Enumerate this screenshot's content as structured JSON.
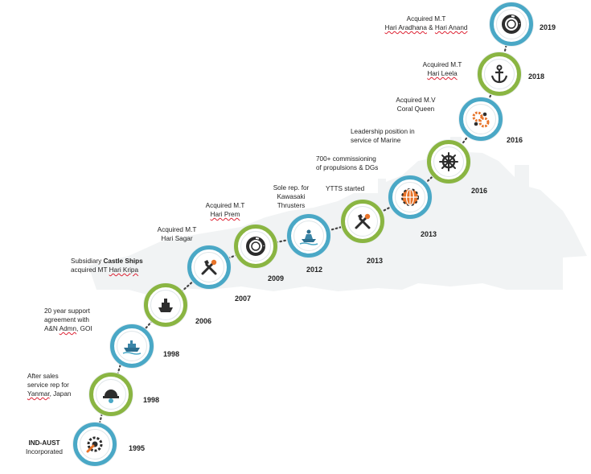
{
  "colors": {
    "blue": "#4aa8c6",
    "green": "#8ab542",
    "dots": "#444444",
    "icon_dark": "#2d2d2d",
    "icon_orange": "#e8742a"
  },
  "milestones": [
    {
      "year": "1995",
      "icon": "gear-wrench-icon",
      "ring": "blue",
      "line1": "IND-AUST",
      "line2": "Incorporated"
    },
    {
      "year": "1998",
      "icon": "hard-hat-gear-icon",
      "ring": "green",
      "line1": "After sales",
      "line2": "service rep for",
      "line3a": "Yanmar",
      "line3b": ", Japan"
    },
    {
      "year": "1998",
      "icon": "vessel-icon",
      "ring": "blue",
      "line1": "20 year support",
      "line2": "agreement with",
      "line3a": "A&N ",
      "line3b": "Admn",
      "line3c": ", GOI"
    },
    {
      "year": "2006",
      "icon": "ship-icon",
      "ring": "green",
      "line1a": "Subsidiary ",
      "line1b": "Castle Ships",
      "line2a": "acquired MT ",
      "line2b": "Hari Kripa"
    },
    {
      "year": "2007",
      "icon": "tools-icon",
      "ring": "blue",
      "line1": "Acquired M.T",
      "line2": "Hari Sagar"
    },
    {
      "year": "2009",
      "icon": "lifebuoy-icon",
      "ring": "green",
      "line1": "Acquired M.T",
      "line2": "Hari Prem"
    },
    {
      "year": "2012",
      "icon": "propeller-icon",
      "ring": "blue",
      "line1": "Sole rep. for",
      "line2": "Kawasaki",
      "line3": "Thrusters"
    },
    {
      "year": "2013",
      "icon": "tools-icon",
      "ring": "green",
      "line1": "YTTS started"
    },
    {
      "year": "2013",
      "icon": "globe-gear-icon",
      "ring": "blue",
      "line1": "700+ commissioning",
      "line2": "of propulsions  & DGs"
    },
    {
      "year": "2016",
      "icon": "helm-icon",
      "ring": "green",
      "line1": "Leadership position  in",
      "line2": "service of Marine"
    },
    {
      "year": "2016",
      "icon": "gears-icon",
      "ring": "blue",
      "line1": "Acquired M.V",
      "line2": "Coral Queen"
    },
    {
      "year": "2018",
      "icon": "anchor-icon",
      "ring": "green",
      "line1": "Acquired M.T",
      "line2": "Hari Leela"
    },
    {
      "year": "2019",
      "icon": "lifebuoy-icon",
      "ring": "blue",
      "line1": "Acquired M.T",
      "line2a": "Hari Aradhana",
      "line2b": " & ",
      "line2c": "Hari Anand"
    }
  ]
}
